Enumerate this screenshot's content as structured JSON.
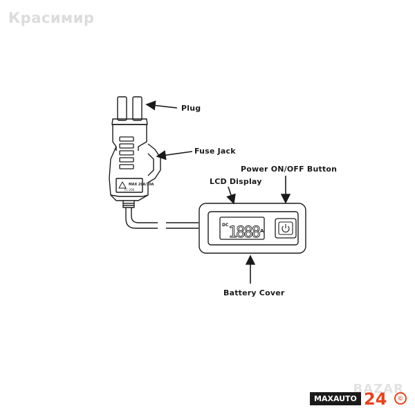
{
  "watermark": "Красимир",
  "labels": {
    "plug": "Plug",
    "fuse_jack": "Fuse Jack",
    "power_button": "Power ON/OFF Button",
    "lcd_display": "LCD Display",
    "battery_cover": "Battery Cover"
  },
  "device_text": {
    "dc": "DC",
    "digits": "1888",
    "unit": "A",
    "warning": "MAX 20A/30A",
    "model": "FC-200"
  },
  "logo": {
    "bazar": "BAZAR",
    "brand": "MAXAUTO",
    "number": "24",
    "mark": "©"
  },
  "colors": {
    "line": "#1a1a1a",
    "accent": "#e8421c"
  }
}
